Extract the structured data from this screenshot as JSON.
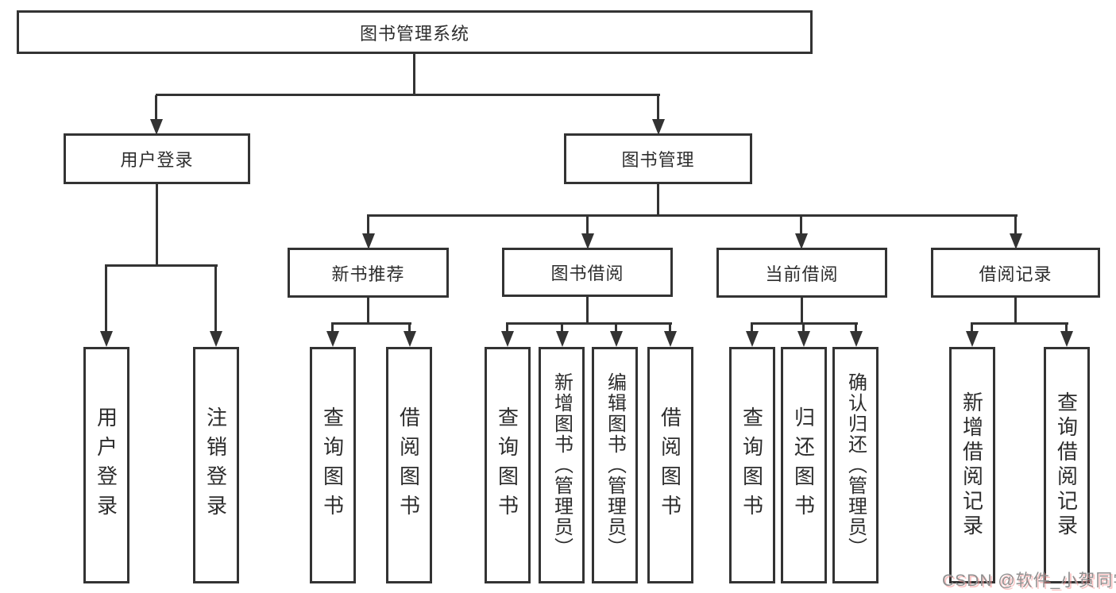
{
  "tree": {
    "label": "图书管理系统",
    "children": [
      {
        "label": "用户登录",
        "children": [
          {
            "label": "用户登录"
          },
          {
            "label": "注销登录"
          }
        ]
      },
      {
        "label": "图书管理",
        "children": [
          {
            "label": "新书推荐",
            "children": [
              {
                "label": "查询图书"
              },
              {
                "label": "借阅图书"
              }
            ]
          },
          {
            "label": "图书借阅",
            "children": [
              {
                "label": "查询图书"
              },
              {
                "label": "新增图书（管理员）"
              },
              {
                "label": "编辑图书（管理员）"
              },
              {
                "label": "借阅图书"
              }
            ]
          },
          {
            "label": "当前借阅",
            "children": [
              {
                "label": "查询图书"
              },
              {
                "label": "归还图书"
              },
              {
                "label": "确认归还（管理员）"
              }
            ]
          },
          {
            "label": "借阅记录",
            "children": [
              {
                "label": "新增借阅记录"
              },
              {
                "label": "查询借阅记录"
              }
            ]
          }
        ]
      }
    ]
  },
  "watermark": "CSDN @软件_小贺同学",
  "colors": {
    "line": "#333333",
    "text": "#2d2d2d",
    "background": "#ffffff",
    "watermark": "#909090",
    "watermark_shadow": "#f89696"
  }
}
